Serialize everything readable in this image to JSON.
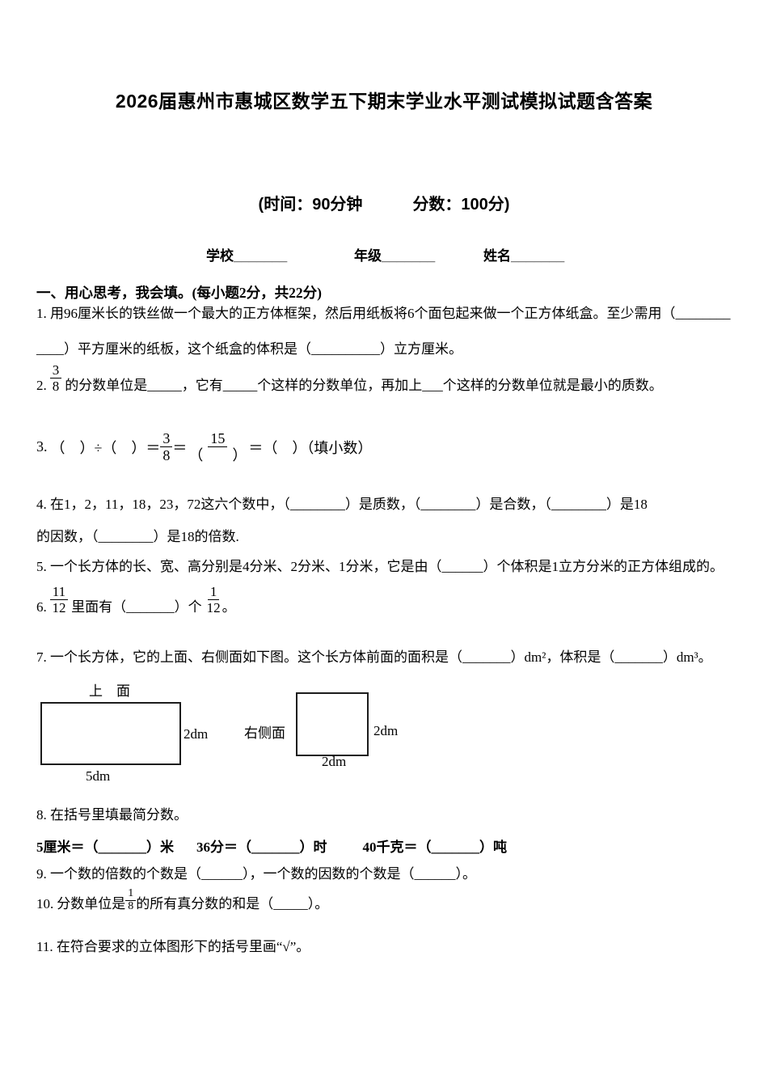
{
  "title": "2026届惠州市惠城区数学五下期末学业水平测试模拟试题含答案",
  "meta": {
    "time": "(时间：90分钟",
    "score": "分数：100分)"
  },
  "fields": {
    "school": "学校_______",
    "grade": "年级_______",
    "name": "姓名_______"
  },
  "section1": {
    "heading": "一、用心思考，我会填。(每小题2分，共22分)"
  },
  "q1": {
    "line1": "1. 用96厘米长的铁丝做一个最大的正方体框架，然后用纸板将6个面包起来做一个正方体纸盒。至少需用（________",
    "line2": "____）平方厘米的纸板，这个纸盒的体积是（__________）立方厘米。"
  },
  "q2": {
    "num": "2.",
    "frac": {
      "n": "3",
      "d": "8"
    },
    "text": "的分数单位是_____，它有_____个这样的分数单位，再加上___个这样的分数单位就是最小的质数。"
  },
  "q3": {
    "num": "3.",
    "pre": "（　）÷（　）＝",
    "frac1": {
      "n": "3",
      "d": "8"
    },
    "eq": "＝",
    "frac2": {
      "n": "15",
      "d": "（　　）"
    },
    "post": "＝（　）（填小数）"
  },
  "q4": {
    "line1": "4. 在1，2，11，18，23，72这六个数中，（________）是质数，（________）是合数，（________）是18",
    "line2": "的因数，（________）是18的倍数."
  },
  "q5": {
    "text": "5. 一个长方体的长、宽、高分别是4分米、2分米、1分米，它是由（______）个体积是1立方分米的正方体组成的。"
  },
  "q6": {
    "num": "6.",
    "frac1": {
      "n": "11",
      "d": "12"
    },
    "mid": "里面有（_______）个",
    "frac2": {
      "n": "1",
      "d": "12"
    },
    "end": "。"
  },
  "q7": {
    "text": "7. 一个长方体，它的上面、右侧面如下图。这个长方体前面的面积是（_______）dm²，体积是（_______）dm³。"
  },
  "figure": {
    "top_label": "上　面",
    "left_rect": {
      "side": "2dm",
      "bottom": "5dm"
    },
    "side_label": "右侧面",
    "right_rect": {
      "side": "2dm",
      "bottom": "2dm"
    }
  },
  "q8": {
    "head": "8. 在括号里填最简分数。",
    "units": [
      "5厘米＝（_______）米",
      "36分＝（_______）时",
      "40千克＝（_______）吨"
    ]
  },
  "q9": {
    "text": "9. 一个数的倍数的个数是（______），一个数的因数的个数是（______）。"
  },
  "q10": {
    "num": "10.",
    "pre": "分数单位是",
    "frac": {
      "n": "1",
      "d": "8"
    },
    "post": "的所有真分数的和是（_____）。"
  },
  "q11": {
    "text": "11. 在符合要求的立体图形下的括号里画“√”。"
  }
}
